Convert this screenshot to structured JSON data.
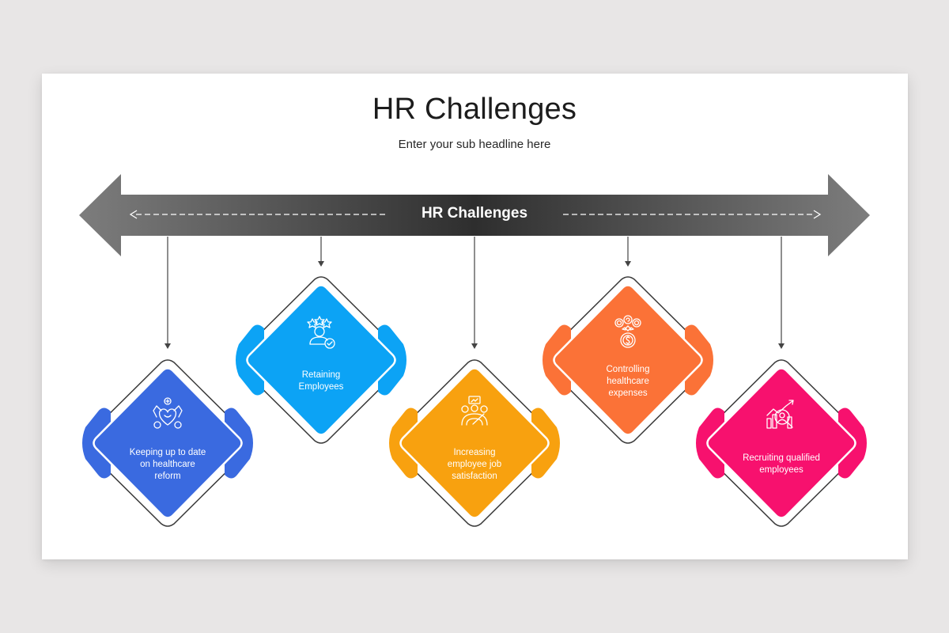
{
  "slide": {
    "title": "HR Challenges",
    "subtitle": "Enter your sub headline here",
    "background_color": "#e8e6e6",
    "slide_color": "#ffffff"
  },
  "arrow": {
    "label": "HR Challenges",
    "gradient_edge_color": "#7d7d7d",
    "gradient_center_color": "#2e2e2e"
  },
  "challenges": [
    {
      "label": "Keeping up to date on healthcare reform",
      "lines": [
        "Keeping up to date",
        "on healthcare",
        "reform"
      ],
      "icon": "heart-health-icon",
      "color": "#3a6ae0",
      "position": "low"
    },
    {
      "label": "Retaining Employees",
      "lines": [
        "Retaining",
        "Employees"
      ],
      "icon": "employee-rating-icon",
      "color": "#0ca3f5",
      "position": "high"
    },
    {
      "label": "Increasing employee job satisfaction",
      "lines": [
        "Increasing",
        "employee job",
        "satisfaction"
      ],
      "icon": "satisfaction-meter-icon",
      "color": "#f8a10f",
      "position": "low"
    },
    {
      "label": "Controlling healthcare expenses",
      "lines": [
        "Controlling",
        "healthcare",
        "expenses"
      ],
      "icon": "cost-control-icon",
      "color": "#fb7237",
      "position": "high"
    },
    {
      "label": "Recruiting qualified employees",
      "lines": [
        "Recruiting qualified",
        "employees"
      ],
      "icon": "recruitment-search-icon",
      "color": "#f7116e",
      "position": "low"
    }
  ]
}
